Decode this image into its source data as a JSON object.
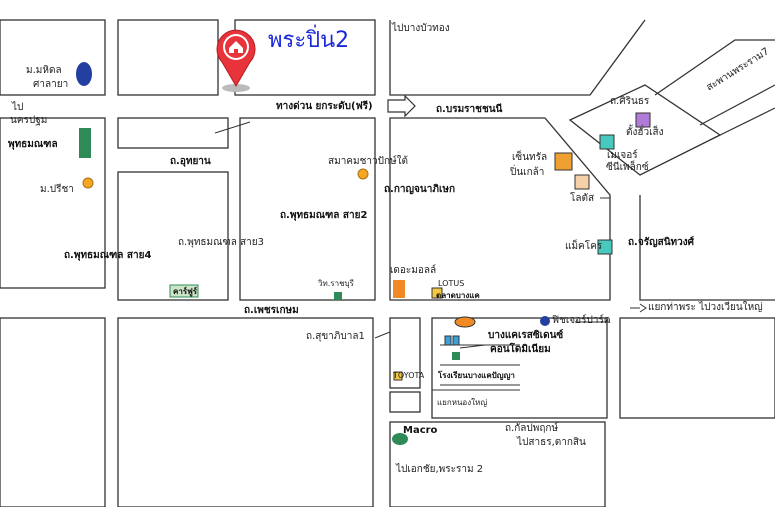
{
  "title": "พระปิ่น2",
  "colors": {
    "pin": "#e8333a",
    "title": "#1a28d8",
    "road": "#ffffff",
    "block": "#ffffff",
    "line": "#333333"
  },
  "icons": {
    "pin": "home-pin-icon",
    "arrow": "right-arrow-icon"
  },
  "labels": {
    "mahidol": "ม.มหิดล",
    "salaya": "ศาลายา",
    "to_nakhonpathom_1": "ไป",
    "to_nakhonpathom_2": "นครปฐม",
    "phutthamonthon": "พุทธมณฑล",
    "pridi": "ม.ปรีชา",
    "to_bangbuathong": "ไปบางบัวทอง",
    "junction": "ทางด่วน ยกระดับ(ฟรี)",
    "boromratchonnani": "ถ.บรมราชชนนี",
    "utthayan": "ถ.อุทยาน",
    "pakthai": "สมาคมชาวปักษ์ใต้",
    "kanchanaphisek": "ถ.กาญจนาภิเษก",
    "phutthamonthon2": "ถ.พุทธมณฑล สาย2",
    "phutthamonthon3": "ถ.พุทธมณฑล สาย3",
    "phutthamonthon4": "ถ.พุทธมณฑล สาย4",
    "carfour": "คาร์ฟูร์",
    "tesco": "วิท.ราชบุรี",
    "themall": "เดอะมอลล์",
    "lotus": "LOTUS",
    "market": "ตลาดบางแค",
    "phetkasem": "ถ.เพชรเกษม",
    "central": "เซ็นทรัล",
    "pinklao": "ปิ่นเกล้า",
    "lotus2": "โลตัส",
    "siri": "ถ.ศิรินธร",
    "mega": "เมเจอร์",
    "cineplex": "ซีนีเพล็กซ์",
    "tangwat": "ตั้งฮั่วเส็ง",
    "bridge": "สะพานพระราม7",
    "charansanitwong": "ถ.จรัญสนิทวงศ์",
    "makro": "แม็คโคร",
    "fisher": "ฟิชเจอร์ปาร์ค",
    "condo1": "บางแคเรสซิเดนซ์",
    "condo2": "คอนโดมิเนียม",
    "sukhaphiban": "ถ.สุขาภิบาล1",
    "tapra": "แยกท่าพระ ไปวงเวียนใหญ่",
    "toyota": "TOYOTA",
    "school": "โรงเรียนบางแคปัญญา",
    "bangwaek": "แยกหนองใหญ่",
    "macro": "Macro",
    "kanlapaphruek": "ถ.กัลปพฤกษ์",
    "to_satorn": "ไปสาธร,ตากสิน",
    "to_ekachai": "ไปเอกชัย,พระราม 2"
  }
}
